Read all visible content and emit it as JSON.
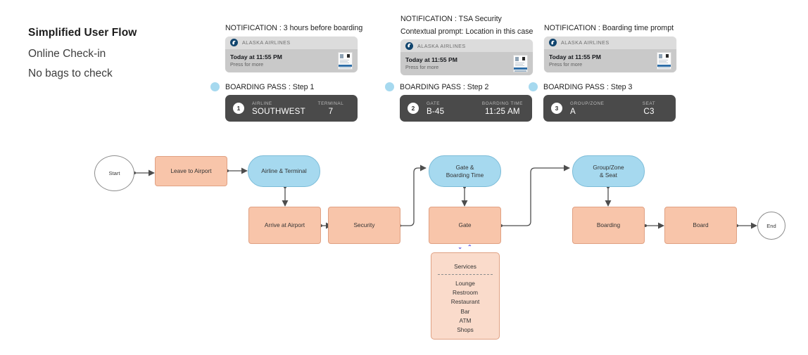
{
  "title_block": {
    "heading": "Simplified User Flow",
    "line1": "Online Check-in",
    "line2": "No bags to check"
  },
  "notifications": [
    {
      "caption_line1": "NOTIFICATION : 3 hours before boarding",
      "caption_line2": "",
      "brand": "ALASKA AIRLINES",
      "time": "Today at 11:55 PM",
      "press": "Press for more",
      "logo_icon": "alaska-airlines-logo-icon",
      "thumb_icon": "boarding-pass-thumbnail-icon"
    },
    {
      "caption_line1": "NOTIFICATION : TSA Security",
      "caption_line2": "Contextual prompt: Location in this case",
      "brand": "ALASKA AIRLINES",
      "time": "Today at 11:55 PM",
      "press": "Press for more",
      "logo_icon": "alaska-airlines-logo-icon",
      "thumb_icon": "boarding-pass-thumbnail-icon"
    },
    {
      "caption_line1": "NOTIFICATION : Boarding time prompt",
      "caption_line2": "",
      "brand": "ALASKA AIRLINES",
      "time": "Today at 11:55 PM",
      "press": "Press for more",
      "logo_icon": "alaska-airlines-logo-icon",
      "thumb_icon": "boarding-pass-thumbnail-icon"
    }
  ],
  "boarding_passes": [
    {
      "caption": "BOARDING PASS : Step 1",
      "step": "1",
      "field_left_label": "AIRLINE",
      "field_left_value": "SOUTHWEST",
      "field_right_label": "TERMINAL",
      "field_right_value": "7"
    },
    {
      "caption": "BOARDING PASS : Step 2",
      "step": "2",
      "field_left_label": "GATE",
      "field_left_value": "B-45",
      "field_right_label": "BOARDING TIME",
      "field_right_value": "11:25 AM"
    },
    {
      "caption": "BOARDING PASS : Step 3",
      "step": "3",
      "field_left_label": "GROUP/ZONE",
      "field_left_value": "A",
      "field_right_label": "SEAT",
      "field_right_value": "C3"
    }
  ],
  "flow": {
    "nodes": {
      "start": "Start",
      "leave_to_airport": "Leave to Airport",
      "airline_terminal": "Airline & Terminal",
      "arrive_at_airport": "Arrive at Airport",
      "security": "Security",
      "gate_boarding_time": "Gate &\nBoarding Time",
      "gate": "Gate",
      "group_zone_seat": "Group/Zone\n& Seat",
      "boarding": "Boarding",
      "board": "Board",
      "end": "End"
    },
    "services": {
      "title": "Services",
      "items": [
        "Lounge",
        "Restroom",
        "Restaurant",
        "Bar",
        "ATM",
        "Shops"
      ]
    },
    "chevron_down": "⌄",
    "chevron_up": "⌃"
  },
  "colors": {
    "process_fill": "#f8c5aa",
    "process_stroke": "#e0a183",
    "info_fill": "#a6d9ef",
    "info_stroke": "#7cbcd8",
    "services_fill": "#fadbcb",
    "card_dark": "#4a4a4a",
    "notif_head": "#dcdcdc",
    "notif_body": "#c9c9c9",
    "chevron": "#5b4fe0",
    "connector": "#4d4d4d"
  }
}
